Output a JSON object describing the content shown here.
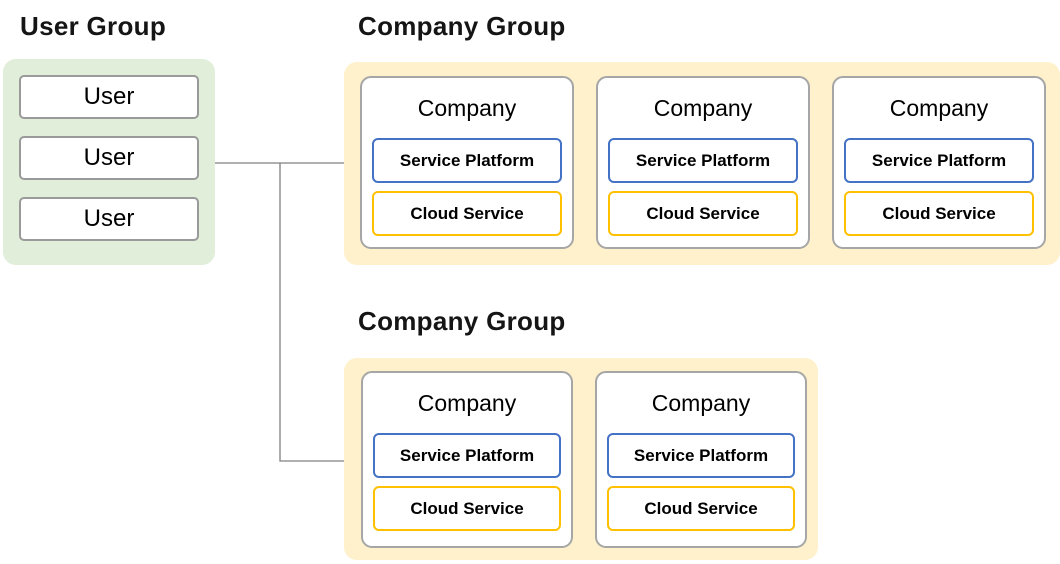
{
  "user_group": {
    "title": "User Group",
    "users": [
      "User",
      "User",
      "User"
    ]
  },
  "company_groups": [
    {
      "title": "Company Group",
      "companies": [
        {
          "name": "Company",
          "service_platform": "Service Platform",
          "cloud_service": "Cloud Service"
        },
        {
          "name": "Company",
          "service_platform": "Service Platform",
          "cloud_service": "Cloud Service"
        },
        {
          "name": "Company",
          "service_platform": "Service Platform",
          "cloud_service": "Cloud Service"
        }
      ]
    },
    {
      "title": "Company Group",
      "companies": [
        {
          "name": "Company",
          "service_platform": "Service Platform",
          "cloud_service": "Cloud Service"
        },
        {
          "name": "Company",
          "service_platform": "Service Platform",
          "cloud_service": "Cloud Service"
        }
      ]
    }
  ],
  "colors": {
    "user_group_bg": "#e1eed9",
    "company_group_bg": "#fff1cc",
    "card_border": "#a6a6a6",
    "user_box_border": "#9a9a9a",
    "service_platform_border": "#4472c4",
    "cloud_service_border": "#ffc000",
    "connector": "#808080"
  }
}
